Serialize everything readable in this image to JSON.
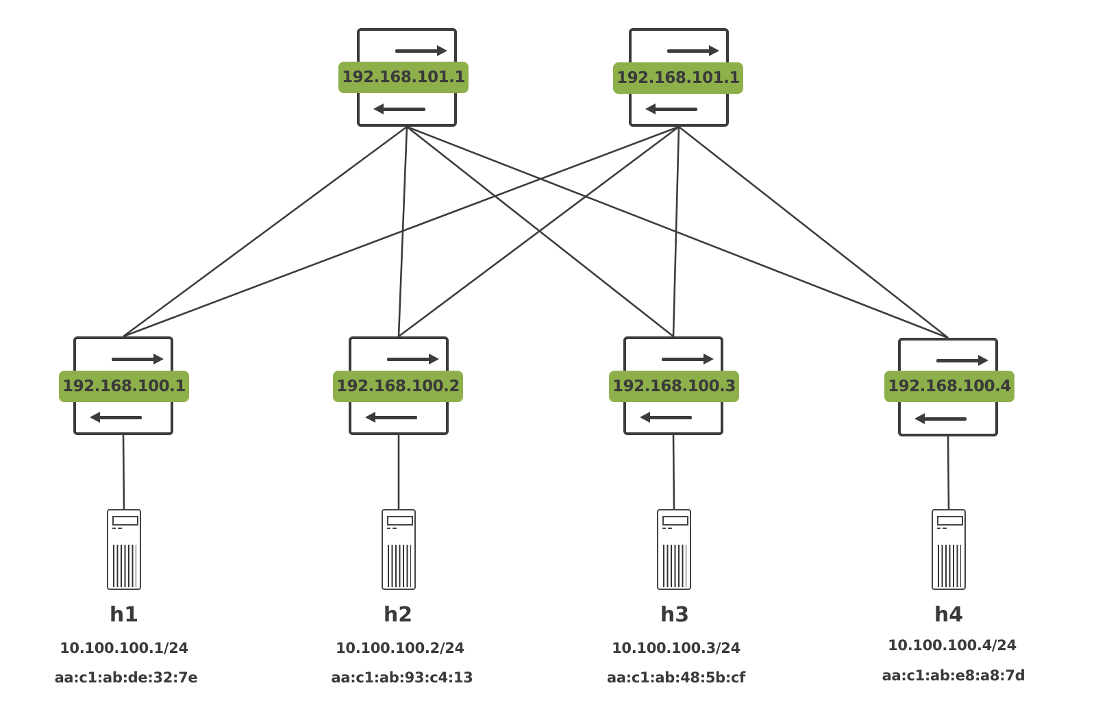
{
  "diagram": {
    "type": "leaf-spine network topology",
    "colors": {
      "label_fill": "#8eb04b",
      "stroke": "#3c3c3c",
      "text": "#3a3a3a",
      "background": "#ffffff"
    },
    "spines": [
      {
        "id": "spine1",
        "ip": "192.168.101.1",
        "icon": "switch-icon"
      },
      {
        "id": "spine2",
        "ip": "192.168.101.1",
        "icon": "switch-icon"
      }
    ],
    "leaves": [
      {
        "id": "leaf1",
        "ip": "192.168.100.1",
        "icon": "switch-icon"
      },
      {
        "id": "leaf2",
        "ip": "192.168.100.2",
        "icon": "switch-icon"
      },
      {
        "id": "leaf3",
        "ip": "192.168.100.3",
        "icon": "switch-icon"
      },
      {
        "id": "leaf4",
        "ip": "192.168.100.4",
        "icon": "switch-icon"
      }
    ],
    "hosts": [
      {
        "name": "h1",
        "ip": "10.100.100.1/24",
        "mac": "aa:c1:ab:de:32:7e",
        "icon": "server-icon",
        "leaf": "leaf1"
      },
      {
        "name": "h2",
        "ip": "10.100.100.2/24",
        "mac": "aa:c1:ab:93:c4:13",
        "icon": "server-icon",
        "leaf": "leaf2"
      },
      {
        "name": "h3",
        "ip": "10.100.100.3/24",
        "mac": "aa:c1:ab:48:5b:cf",
        "icon": "server-icon",
        "leaf": "leaf3"
      },
      {
        "name": "h4",
        "ip": "10.100.100.4/24",
        "mac": "aa:c1:ab:e8:a8:7d",
        "icon": "server-icon",
        "leaf": "leaf4"
      }
    ],
    "links": [
      [
        "spine1",
        "leaf1"
      ],
      [
        "spine1",
        "leaf2"
      ],
      [
        "spine1",
        "leaf3"
      ],
      [
        "spine1",
        "leaf4"
      ],
      [
        "spine2",
        "leaf1"
      ],
      [
        "spine2",
        "leaf2"
      ],
      [
        "spine2",
        "leaf3"
      ],
      [
        "spine2",
        "leaf4"
      ],
      [
        "leaf1",
        "h1"
      ],
      [
        "leaf2",
        "h2"
      ],
      [
        "leaf3",
        "h3"
      ],
      [
        "leaf4",
        "h4"
      ]
    ]
  }
}
